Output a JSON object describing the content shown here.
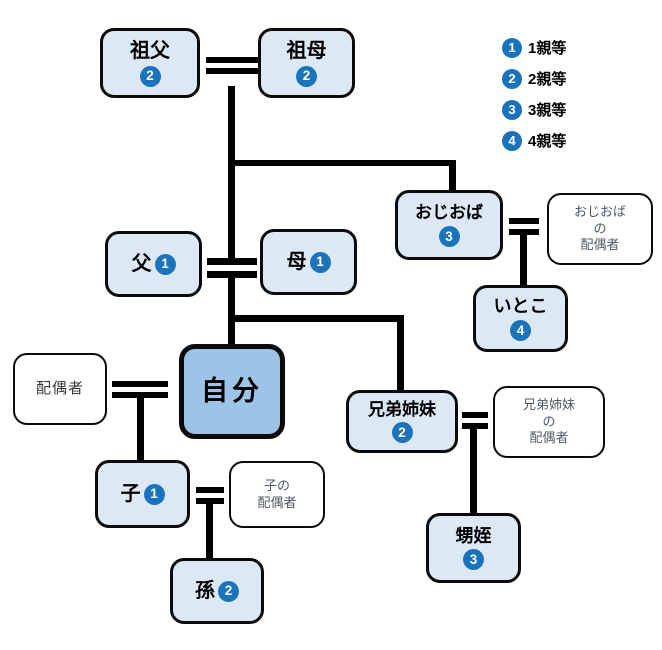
{
  "diagram_title": "family-kinship-degree-chart",
  "legend": {
    "items": [
      {
        "num": "1",
        "label": "1親等"
      },
      {
        "num": "2",
        "label": "2親等"
      },
      {
        "num": "3",
        "label": "3親等"
      },
      {
        "num": "4",
        "label": "4親等"
      }
    ]
  },
  "nodes": {
    "grandfather": {
      "label": "祖父",
      "degree": "2"
    },
    "grandmother": {
      "label": "祖母",
      "degree": "2"
    },
    "father": {
      "label": "父",
      "degree": "1"
    },
    "mother": {
      "label": "母",
      "degree": "1"
    },
    "self": {
      "label": "自分"
    },
    "spouse": {
      "label": "配偶者"
    },
    "child": {
      "label": "子",
      "degree": "1"
    },
    "child_spouse": {
      "lines": [
        "子の",
        "配偶者"
      ]
    },
    "grandchild": {
      "label": "孫",
      "degree": "2"
    },
    "uncle_aunt": {
      "label": "おじおば",
      "degree": "3"
    },
    "uncle_aunt_spouse": {
      "lines": [
        "おじおば",
        "の",
        "配偶者"
      ]
    },
    "cousin": {
      "label": "いとこ",
      "degree": "4"
    },
    "siblings": {
      "label": "兄弟姉妹",
      "degree": "2"
    },
    "siblings_spouse": {
      "lines": [
        "兄弟姉妹",
        "の",
        "配偶者"
      ]
    },
    "nephew_niece": {
      "label": "甥姪",
      "degree": "3"
    }
  },
  "colors": {
    "node_fill": "#dce9f5",
    "self_fill": "#9dc3e6",
    "badge": "#1b74bb",
    "line": "#000000",
    "spouse_text": "#515a61"
  }
}
